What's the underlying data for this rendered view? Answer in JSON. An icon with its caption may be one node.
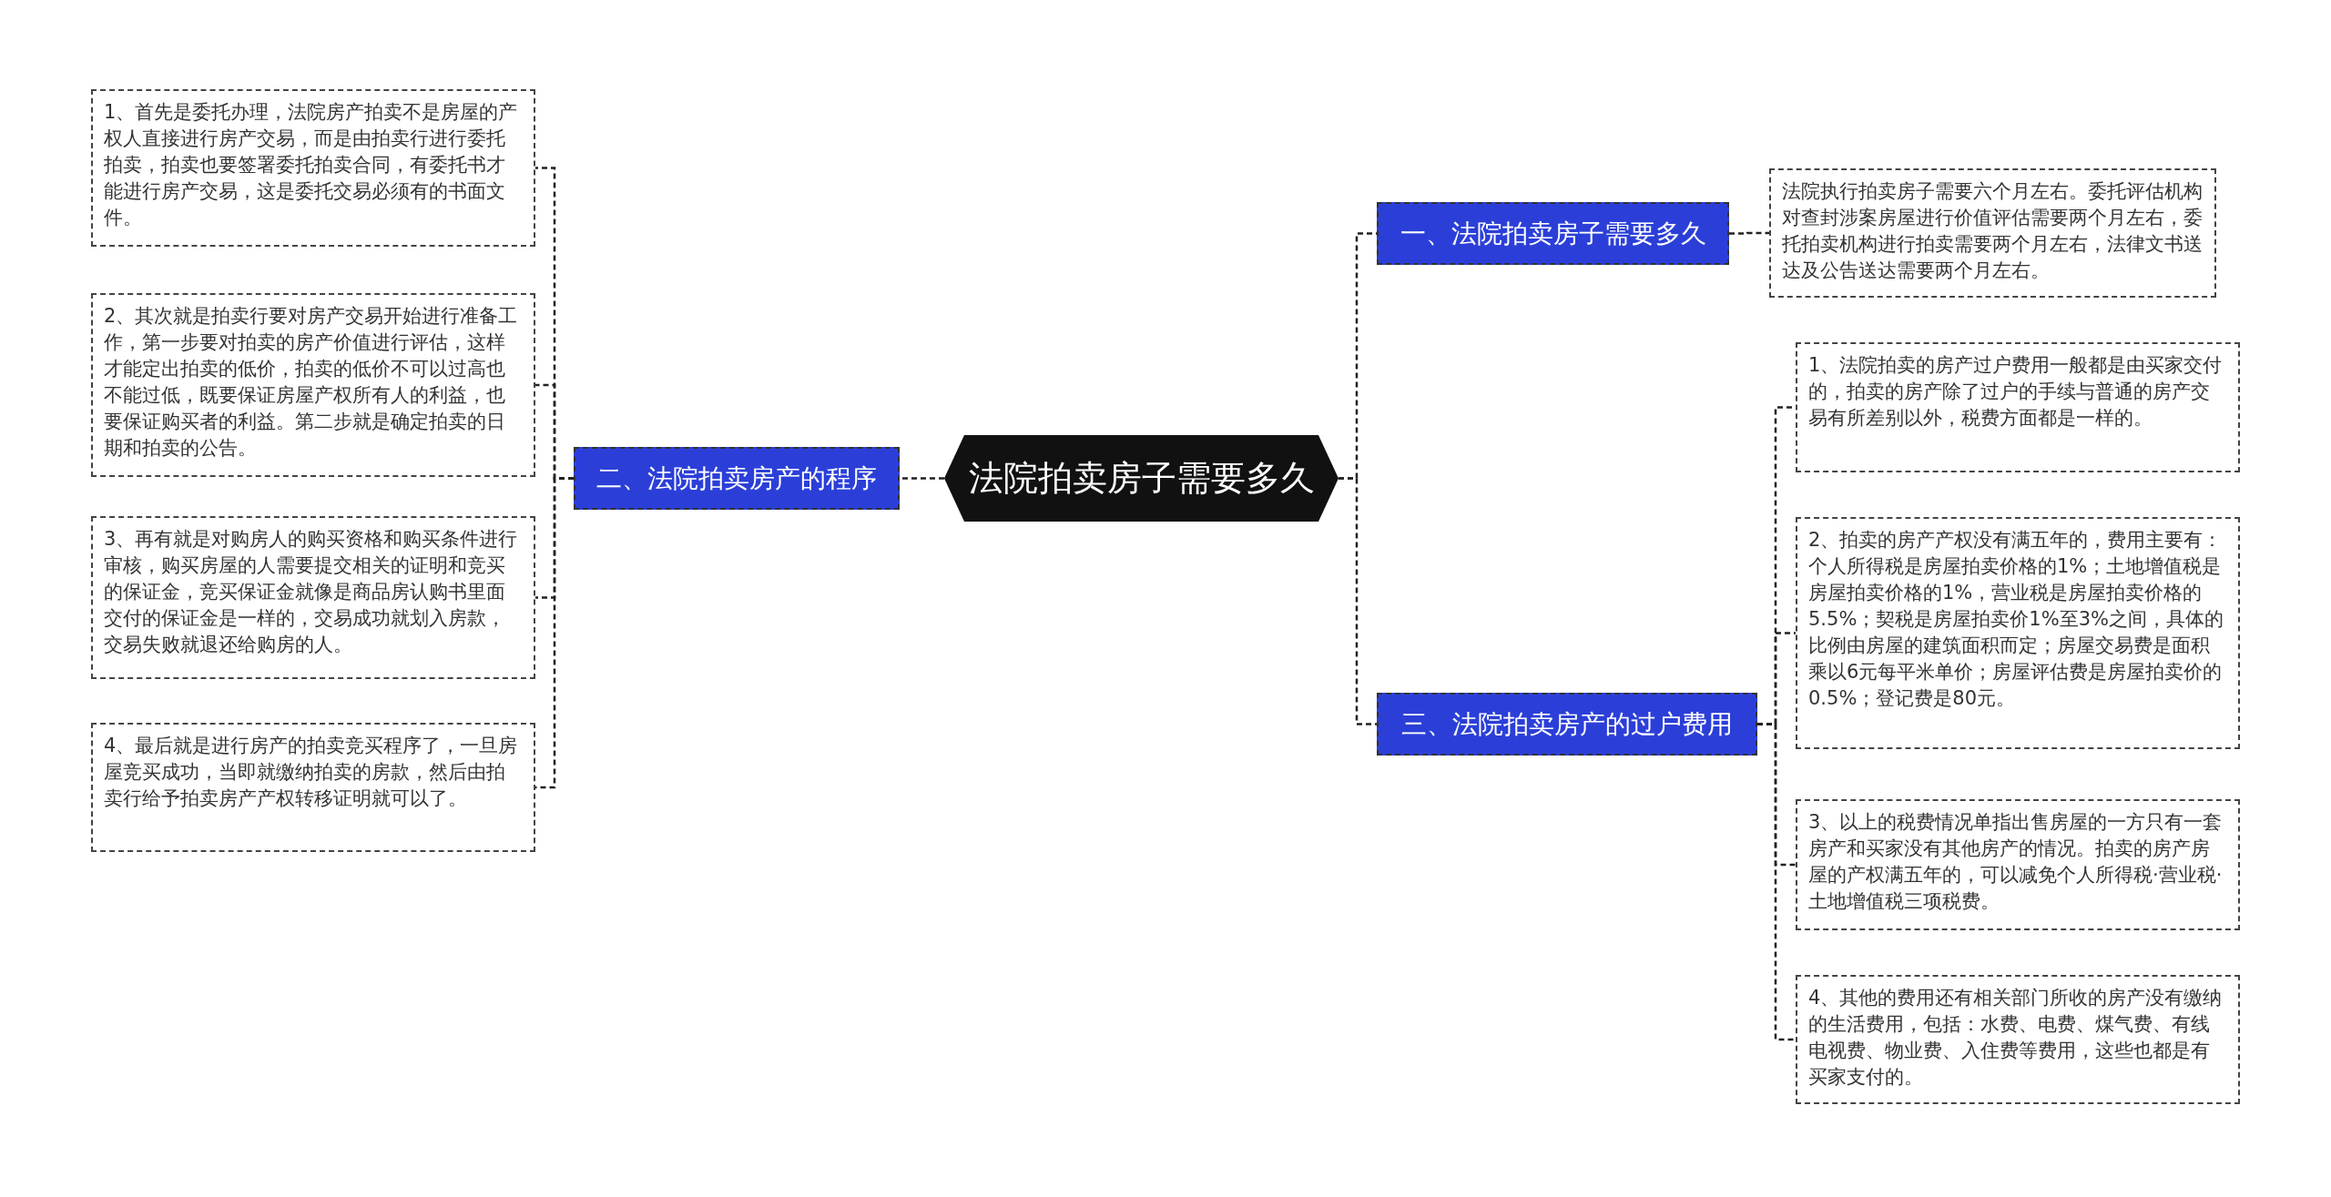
{
  "diagram": {
    "nodes": [
      {
        "text": [
          "法院拍卖房子需要多久"
        ]
      },
      {
        "text": [
          "一、法院拍卖房子需要多久"
        ]
      },
      {
        "text": [
          "法院执行拍卖房子需要六个月左右。委托评估机构对查封涉案房屋进行价值评估需要两个月左右，委托拍卖机构进行拍卖需要两个月左右，法律文书送达及公告送达需要两个月左右。"
        ]
      },
      {
        "text": [
          "二、法院拍卖房产的程序"
        ]
      },
      {
        "text": [
          "1、首先是委托办理，法院房产拍卖不是房屋的产权人直接进行房产交易，而是由拍卖行进行委托拍卖，拍卖也要签署委托拍卖合同，有委托书才能进行房产交易，这是委托交易必须有的书面文件。"
        ]
      },
      {
        "text": [
          "2、其次就是拍卖行要对房产交易开始进行准备工作，第一步要对拍卖的房产价值进行评估，这样才能定出拍卖的低价，拍卖的低价不可以过高也不能过低，既要保证房屋产权所有人的利益，也要保证购买者的利益。第二步就是确定拍卖的日期和拍卖的公告。"
        ]
      },
      {
        "text": [
          "3、再有就是对购房人的购买资格和购买条件进行审核，购买房屋的人需要提交相关的证明和竞买的保证金，竞买保证金就像是商品房认购书里面交付的保证金是一样的，交易成功就划入房款，交易失败就退还给购房的人。"
        ]
      },
      {
        "text": [
          "4、最后就是进行房产的拍卖竞买程序了，一旦房屋竞买成功，当即就缴纳拍卖的房款，然后由拍卖行给予拍卖房产产权转移证明就可以了。"
        ]
      },
      {
        "text": [
          "三、法院拍卖房产的过户费用"
        ]
      },
      {
        "text": [
          "1、法院拍卖的房产过户费用一般都是由买家交付的，拍卖的房产除了过户的手续与普通的房产交易有所差别以外，税费方面都是一样的。"
        ]
      },
      {
        "text": [
          "2、拍卖的房产产权没有满五年的，费用主要有：个人所得税是房屋拍卖价格的1%；土地增值税是房屋拍卖价格的1%，营业税是房屋拍卖价格的5.5%；契税是房屋拍卖价1%至3%之间，具体的比例由房屋的建筑面积而定；房屋交易费是面积乘以6元每平米单价；房屋评估费是房屋拍卖价的0.5%；登记费是80元。"
        ]
      },
      {
        "text": [
          "3、以上的税费情况单指出售房屋的一方只有一套房产和买家没有其他房产的情况。拍卖的房产房屋的产权满五年的，可以减免个人所得税·营业税·土地增值税三项税费。"
        ]
      },
      {
        "text": [
          "4、其他的费用还有相关部门所收的房产没有缴纳的生活费用，包括：水费、电费、煤气费、有线电视费、物业费、入住费等费用，这些也都是有买家支付的。"
        ]
      }
    ],
    "edges": [
      {
        "from": 0,
        "to": 1,
        "arrow": "none"
      },
      {
        "from": 1,
        "to": 2,
        "arrow": "none"
      },
      {
        "from": 0,
        "to": 3,
        "arrow": "none"
      },
      {
        "from": 3,
        "to": 4,
        "arrow": "none"
      },
      {
        "from": 3,
        "to": 5,
        "arrow": "none"
      },
      {
        "from": 3,
        "to": 6,
        "arrow": "none"
      },
      {
        "from": 3,
        "to": 7,
        "arrow": "none"
      },
      {
        "from": 0,
        "to": 8,
        "arrow": "none"
      },
      {
        "from": 8,
        "to": 9,
        "arrow": "none"
      },
      {
        "from": 8,
        "to": 10,
        "arrow": "none"
      },
      {
        "from": 8,
        "to": 11,
        "arrow": "none"
      },
      {
        "from": 8,
        "to": 12,
        "arrow": "none"
      }
    ]
  }
}
